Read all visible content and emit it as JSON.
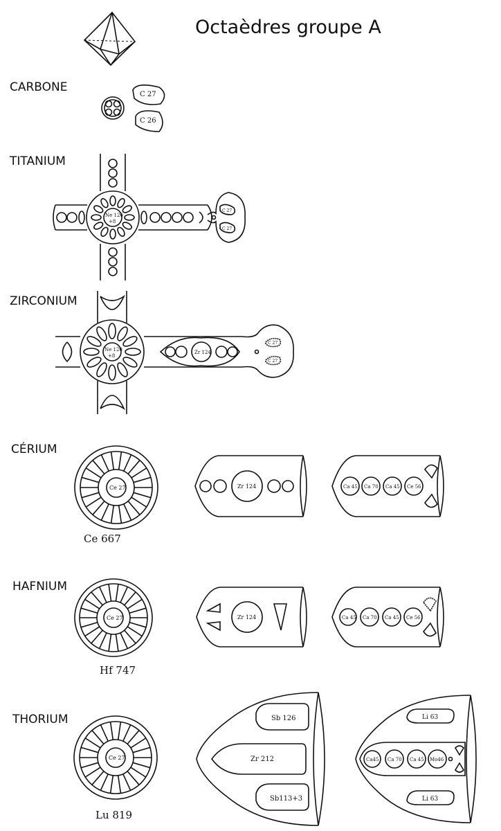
{
  "title": "Octaèdres groupe A",
  "sections": {
    "carbone": {
      "label": "CARBONE",
      "c27": "C 27",
      "c26": "C 26"
    },
    "titanium": {
      "label": "TITANIUM",
      "core": [
        "Ne 120",
        "+8"
      ],
      "t1": "C 27",
      "t2": "C 27"
    },
    "zirconium": {
      "label": "ZIRCONIUM",
      "core": [
        "Ne 120",
        "+8"
      ],
      "arm": "Zr 124",
      "t1": "C 27",
      "t2": "C 27"
    },
    "cerium": {
      "label": "CÉRIUM",
      "disc_core": "Ce 27",
      "caption": "Ce 667",
      "arm": "Zr 124",
      "spike": [
        "Ca 45",
        "Ca 70",
        "Ca 45",
        "Ce 56"
      ]
    },
    "hafnium": {
      "label": "HAFNIUM",
      "disc_core": "Ce 27",
      "caption": "Hf 747",
      "arm": "Zr 124",
      "spike": [
        "Ca 45",
        "Ca 70",
        "Ca 45",
        "Ce 56"
      ]
    },
    "thorium": {
      "label": "THORIUM",
      "disc_core": "Ce 27",
      "caption": "Lu 819",
      "arm_top": "Sb 126",
      "arm_mid": "Zr 212",
      "arm_bot": "Sb113+3",
      "spike_top": "Li 63",
      "spike_mid": [
        "Ca45",
        "Ca 70",
        "Ca 45",
        "Mo46"
      ],
      "spike_bot": "Li 63"
    }
  }
}
